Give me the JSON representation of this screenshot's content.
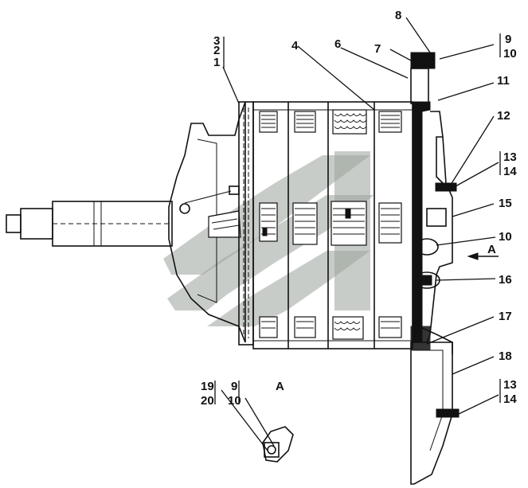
{
  "drawing": {
    "subject": "clutch / gearbox assembly section drawing",
    "view_label": "A",
    "section_arrow_label": "A",
    "callouts": {
      "c1": "1",
      "c2": "2",
      "c3": "3",
      "c4": "4",
      "c6": "6",
      "c7": "7",
      "c8": "8",
      "c9a": "9",
      "c10a": "10",
      "c11": "11",
      "c12": "12",
      "c13a": "13",
      "c14a": "14",
      "c15": "15",
      "c10b": "10",
      "c16": "16",
      "c17": "17",
      "c18": "18",
      "c13b": "13",
      "c14b": "14",
      "c19": "19",
      "c20": "20",
      "c9b": "9",
      "c10c": "10"
    }
  }
}
